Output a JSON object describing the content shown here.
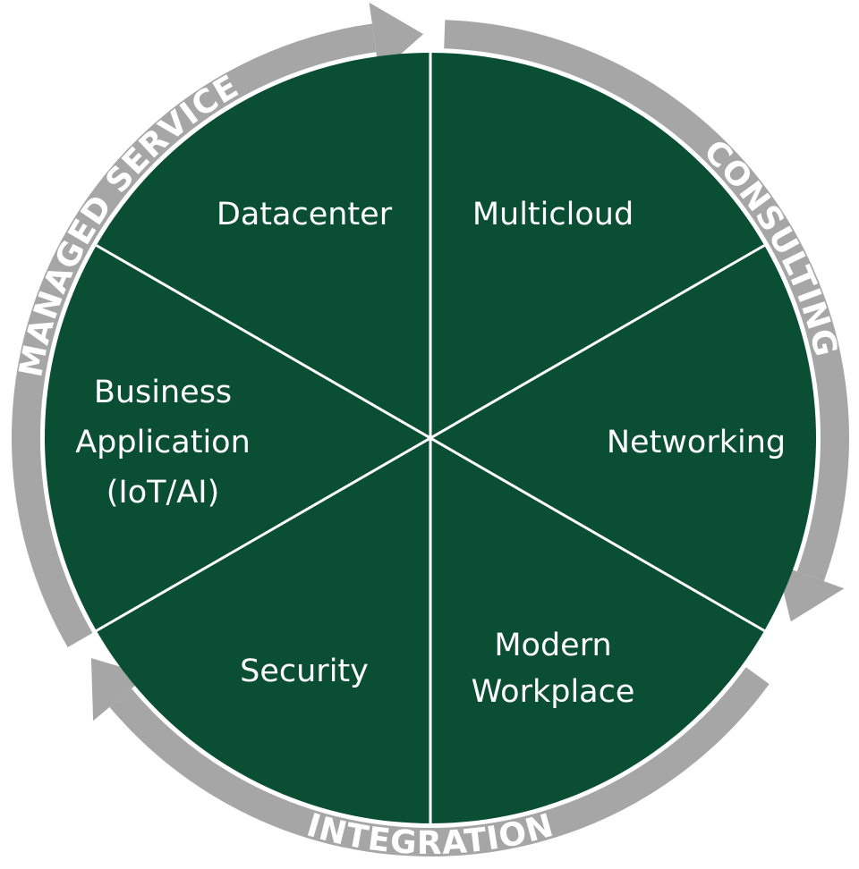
{
  "colors": {
    "segment_fill": "#0a4f33",
    "ring": "#a6a6a6",
    "divider": "#ffffff",
    "text": "#ffffff"
  },
  "segments": [
    {
      "lines": [
        "Multicloud"
      ]
    },
    {
      "lines": [
        "Networking"
      ]
    },
    {
      "lines": [
        "Modern",
        "Workplace"
      ]
    },
    {
      "lines": [
        "Security"
      ]
    },
    {
      "lines": [
        "Business",
        "Application",
        "(IoT/AI)"
      ]
    },
    {
      "lines": [
        "Datacenter"
      ]
    }
  ],
  "ring": {
    "managed_service": "MANAGED SERVICE",
    "consulting": "CONSULTING",
    "integration": "INTEGRATION"
  }
}
